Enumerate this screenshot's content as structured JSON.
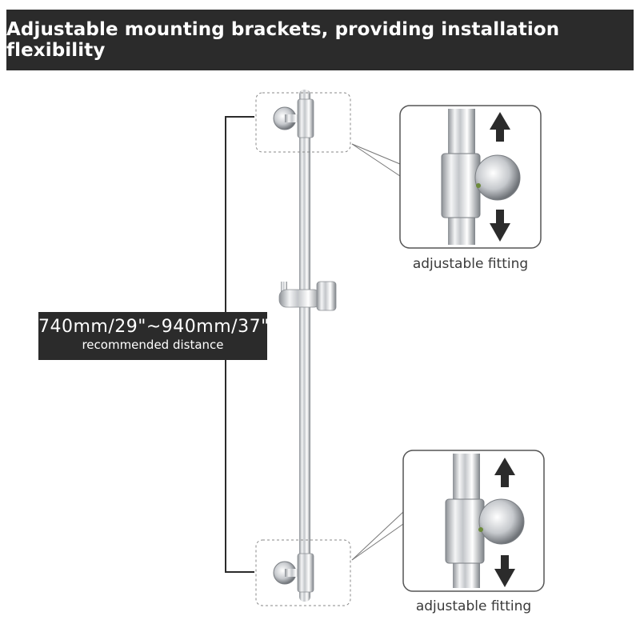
{
  "banner": {
    "title": "Adjustable mounting brackets, providing installation flexibility"
  },
  "measurement": {
    "range": "740mm/29\"~940mm/37\"",
    "note": "recommended distance"
  },
  "details": [
    {
      "caption": "adjustable fitting"
    },
    {
      "caption": "adjustable fitting"
    }
  ],
  "colors": {
    "banner_bg": "#2b2b2b",
    "chrome": "#c9ccd0",
    "arrow": "#2b2b2b"
  }
}
